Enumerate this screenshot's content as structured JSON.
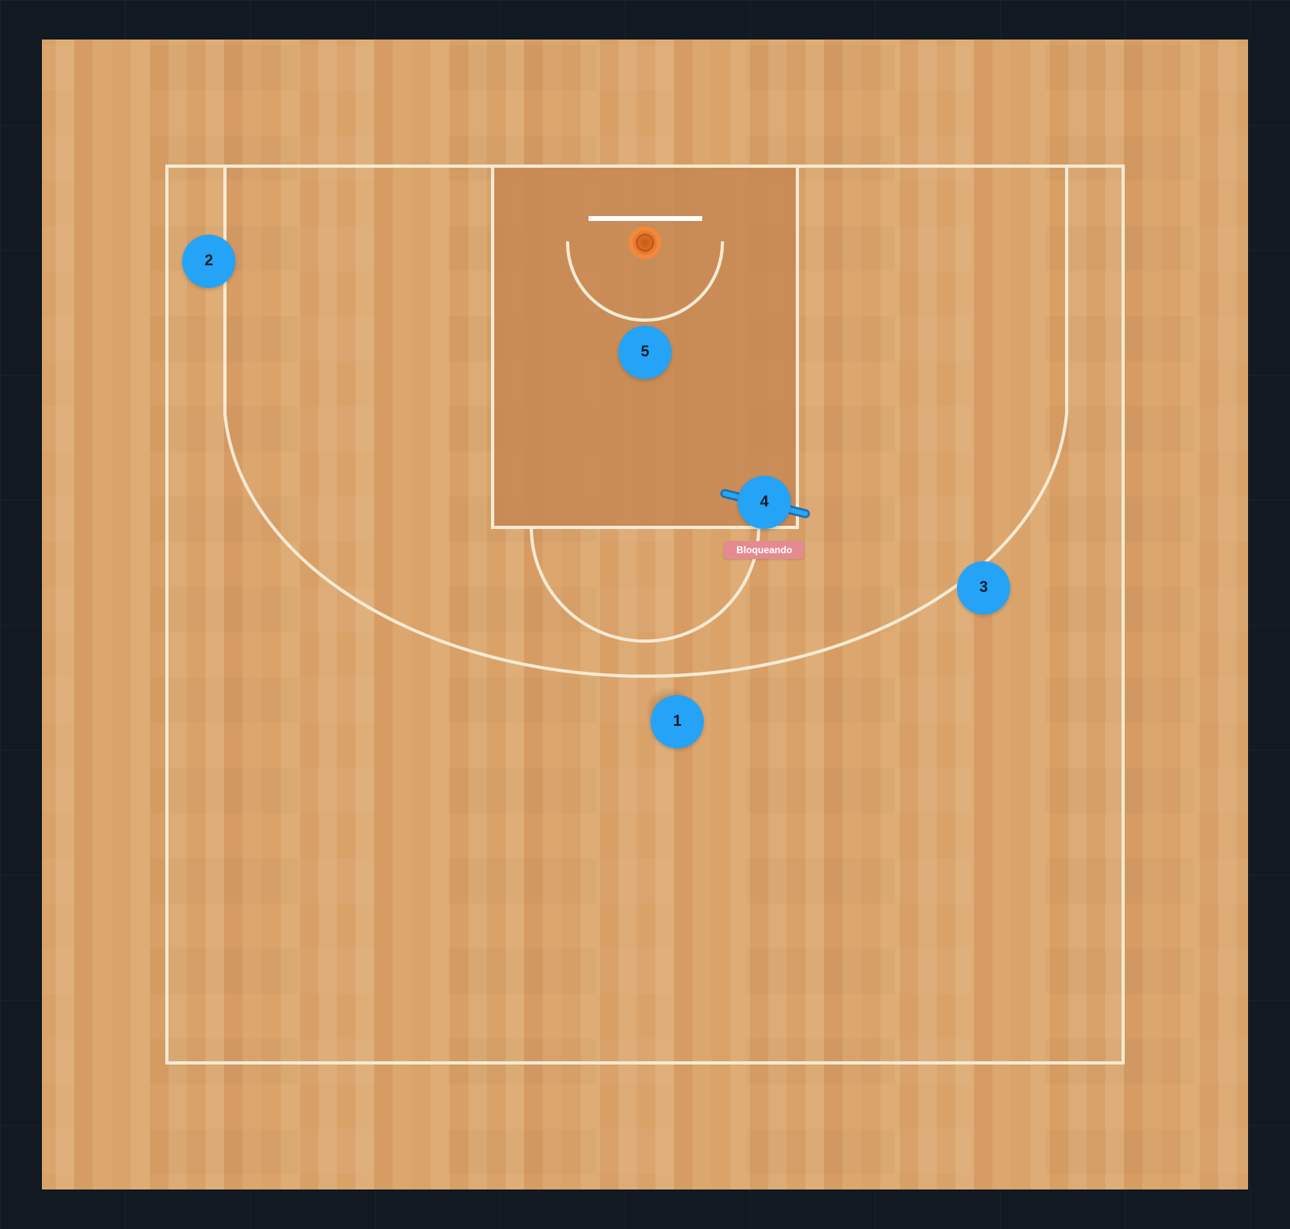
{
  "play": {
    "colors": {
      "background": "#111923",
      "court_floor": "#dba36b",
      "paint": "#c88a55",
      "lines": "#f6ead4",
      "player": "#24a3f7",
      "player_text": "#0f1b2a",
      "hoop": "#f07c2d",
      "badge": "#e58a93"
    },
    "players": [
      {
        "number": "1",
        "role": "ball-handler",
        "has_ball": true
      },
      {
        "number": "2"
      },
      {
        "number": "3"
      },
      {
        "number": "4",
        "action": "screen"
      },
      {
        "number": "5"
      }
    ],
    "screen_badge": {
      "label": "Bloqueando"
    }
  }
}
